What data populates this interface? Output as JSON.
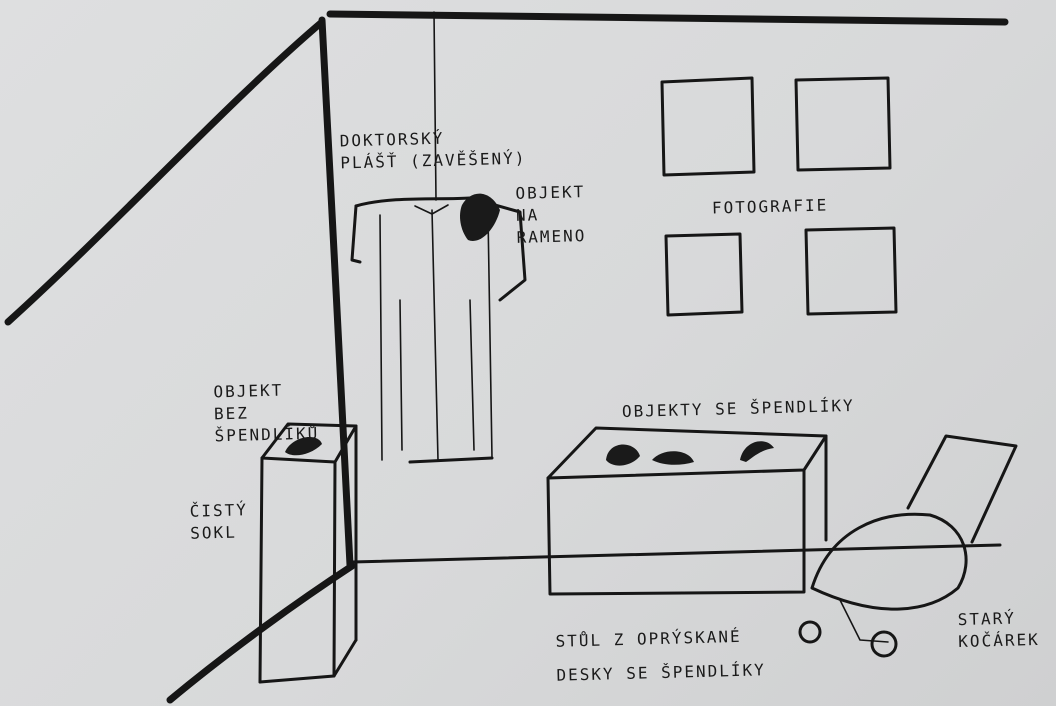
{
  "labels": {
    "coat": [
      "DOKTORSKÝ",
      "PLÁŠŤ (ZAVĚŠENÝ)"
    ],
    "shoulder_object": [
      "OBJEKT",
      "NA",
      "RAMENO"
    ],
    "photos": "FOTOGRAFIE",
    "object_no_pins": [
      "OBJEKT",
      "BEZ",
      "ŠPENDLÍKŮ"
    ],
    "plinth": [
      "ČISTÝ",
      "SOKL"
    ],
    "objects_with_pins": "OBJEKTY SE ŠPENDLÍKY",
    "table": [
      "STŮL Z OPRÝSKANÉ",
      "DESKY SE ŠPENDLÍKY"
    ],
    "pram": [
      "STARÝ",
      "KOČÁREK"
    ]
  },
  "colors": {
    "ink": "#161616",
    "paper": "#dcdddd"
  }
}
